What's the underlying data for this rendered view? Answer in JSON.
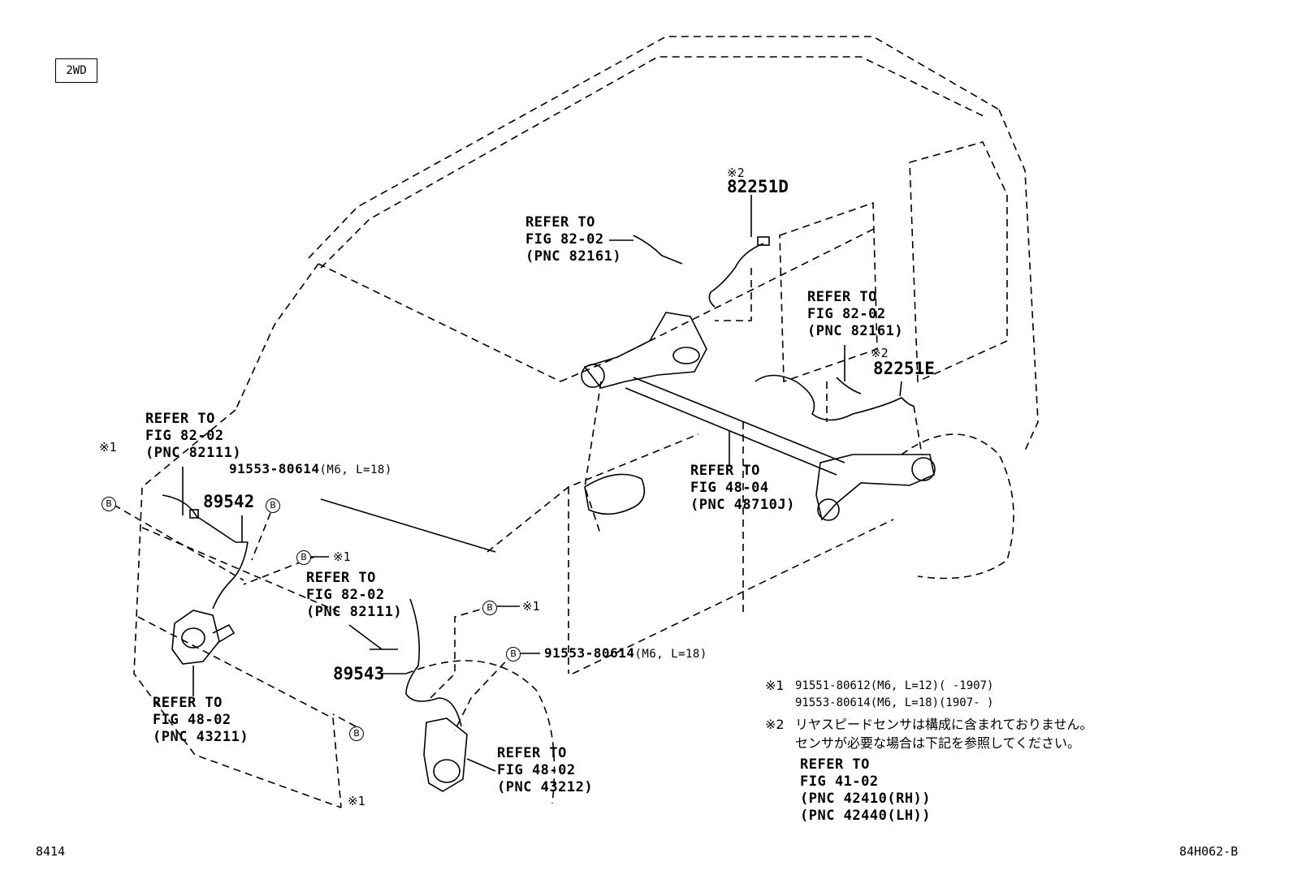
{
  "badge": "2WD",
  "fig_code_left": "8414",
  "fig_code_right": "84H062-B",
  "callouts": {
    "rear_top": {
      "mark": "※2",
      "part": "82251D"
    },
    "rear_right": {
      "mark": "※2",
      "part": "82251E"
    },
    "front_left_part": "89542",
    "front_right_part": "89543"
  },
  "refer_blocks": {
    "r1": [
      "REFER TO",
      "FIG 82-02",
      "(PNC 82161)"
    ],
    "r2": [
      "REFER TO",
      "FIG 82-02",
      "(PNC 82161)"
    ],
    "r3": [
      "REFER TO",
      "FIG 82-02",
      "(PNC 82111)"
    ],
    "r4": [
      "REFER TO",
      "FIG 48-04",
      "(PNC 48710J)"
    ],
    "r5": [
      "REFER TO",
      "FIG 82-02",
      "(PNC 82111)"
    ],
    "r6": [
      "REFER TO",
      "FIG 48-02",
      "(PNC 43211)"
    ],
    "r7": [
      "REFER TO",
      "FIG 48-02",
      "(PNC 43212)"
    ]
  },
  "bolts": {
    "upper": {
      "part": "91553-80614",
      "spec": "(M6, L=18)"
    },
    "lower": {
      "part": "91553-80614",
      "spec": "(M6, L=18)"
    }
  },
  "markers": {
    "b": "B",
    "x1": "※1"
  },
  "notes": {
    "n1_mark": "※1",
    "n1_line1": "91551-80612(M6, L=12)(      -1907)",
    "n1_line2": "91553-80614(M6, L=18)(1907-      )",
    "n2_mark": "※2",
    "n2_line1": "リヤスピードセンサは構成に含まれておりません。",
    "n2_line2": "センサが必要な場合は下記を参照してください。",
    "n2_refer": [
      "REFER TO",
      "FIG 41-02",
      "(PNC 42410(RH))",
      "(PNC 42440(LH))"
    ]
  }
}
